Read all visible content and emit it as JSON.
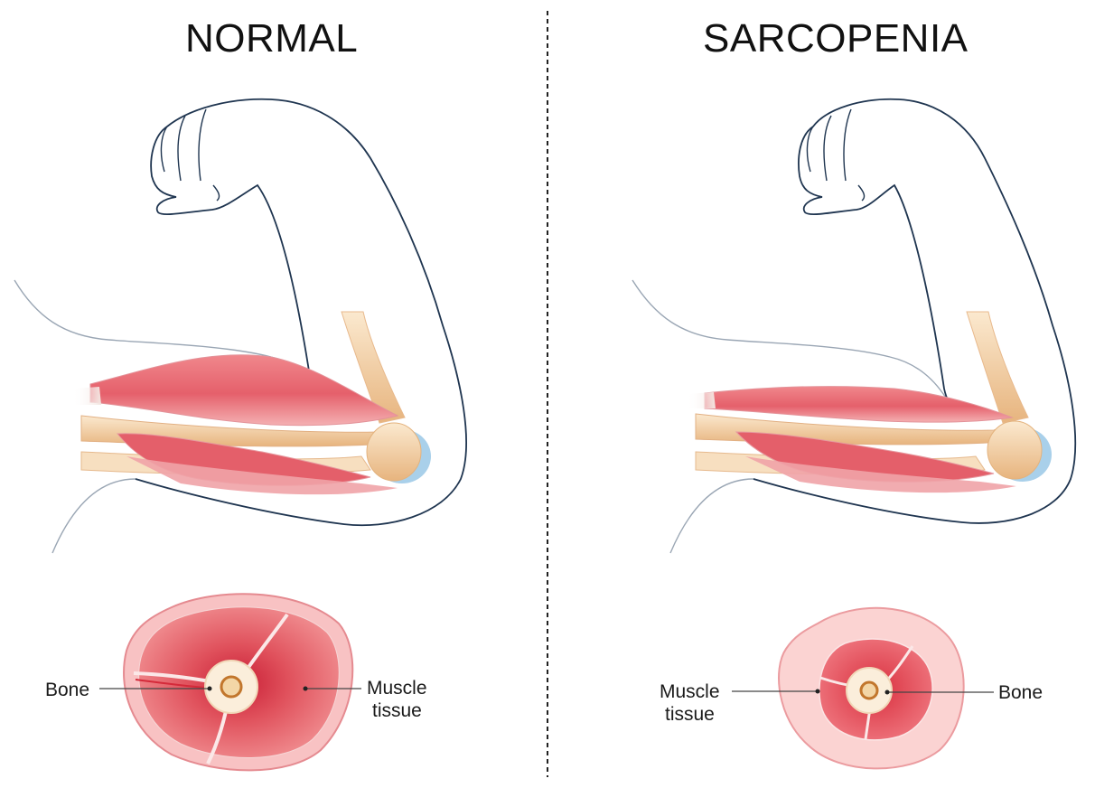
{
  "panels": {
    "normal": {
      "title": "NORMAL",
      "label_bone": "Bone",
      "label_muscle_line1": "Muscle",
      "label_muscle_line2": "tissue"
    },
    "sarcopenia": {
      "title": "SARCOPENIA",
      "label_muscle_line1": "Muscle",
      "label_muscle_line2": "tissue",
      "label_bone": "Bone"
    }
  },
  "colors": {
    "outline": "#1f3550",
    "muscle": "#e8707a",
    "muscle_dark": "#d43b4c",
    "muscle_light": "#f6b9bb",
    "bone": "#f7e3c4",
    "bone_shadow": "#e3b27d",
    "joint": "#9fc9e6",
    "marrow": "#c98a3a"
  }
}
